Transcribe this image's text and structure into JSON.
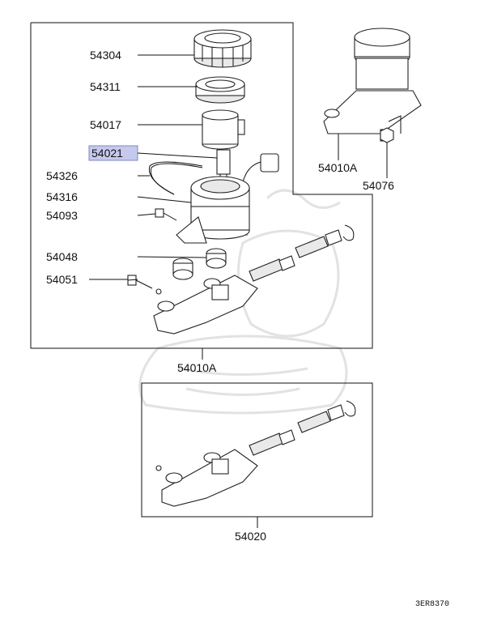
{
  "parts": {
    "p54304": "54304",
    "p54311": "54311",
    "p54017": "54017",
    "p54021": "54021",
    "p54326": "54326",
    "p54316": "54316",
    "p54093": "54093",
    "p54048": "54048",
    "p54051": "54051",
    "p54010a_box": "54010A",
    "p54010a_right": "54010A",
    "p54076": "54076",
    "p54020": "54020"
  },
  "highlighted_part": "54021",
  "highlight_color": "#c5c9ee",
  "diagram_code": "3ER8370"
}
